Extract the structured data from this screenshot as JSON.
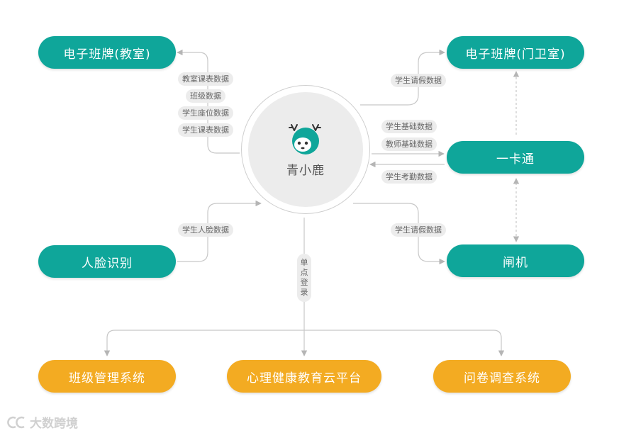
{
  "center": {
    "label": "青小鹿",
    "logo_icon": "deer-mascot-icon"
  },
  "nodes": {
    "classroom_board": "电子班牌(教室)",
    "guard_board": "电子班牌(门卫室)",
    "one_card": "一卡通",
    "face_recognition": "人脸识别",
    "gate": "闸机",
    "class_management": "班级管理系统",
    "mental_health": "心理健康教育云平台",
    "survey": "问卷调查系统"
  },
  "labels": {
    "classroom_schedule": "教室课表数据",
    "class_data": "班级数据",
    "student_seat": "学生座位数据",
    "student_schedule": "学生课表数据",
    "leave_to_guard": "学生请假数据",
    "student_basic": "学生基础数据",
    "teacher_basic": "教师基础数据",
    "attendance": "学生考勤数据",
    "face_data": "学生人脸数据",
    "leave_to_gate": "学生请假数据",
    "sso": [
      "单",
      "点",
      "登",
      "录"
    ]
  },
  "colors": {
    "teal": "#0fa69a",
    "gold": "#f3ab22",
    "line": "#c8c8c8",
    "pill_bg": "#ececec"
  },
  "watermark": {
    "text": "大数跨境",
    "icon": "cc-logo-icon"
  }
}
